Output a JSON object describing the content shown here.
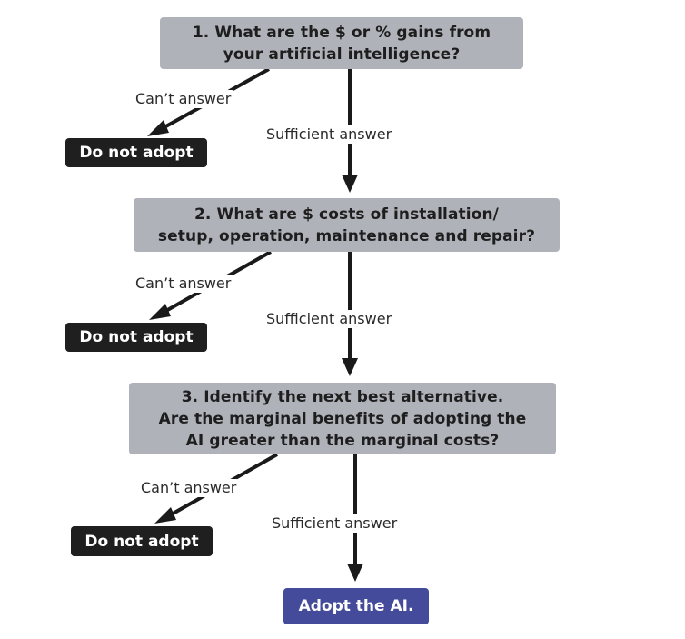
{
  "questions": [
    {
      "line1": "1. What are the $ or % gains from",
      "line2": "your artificial intelligence?"
    },
    {
      "line1": "2. What are $ costs of installation/",
      "line2": "setup, operation, maintenance and repair?"
    },
    {
      "line1": "3. Identify the next best alternative.",
      "line2": "Are the marginal benefits of adopting the",
      "line3": "AI greater than the marginal costs?"
    }
  ],
  "branch_labels": {
    "cant_answer": "Can’t answer",
    "sufficient_answer": "Sufficient answer"
  },
  "outcomes": {
    "reject": "Do not adopt",
    "accept": "Adopt the AI."
  },
  "colors": {
    "question_box": "#b0b2ba",
    "reject_box": "#1f1f1f",
    "accept_box": "#434b9a",
    "arrow": "#1a1a1a"
  }
}
